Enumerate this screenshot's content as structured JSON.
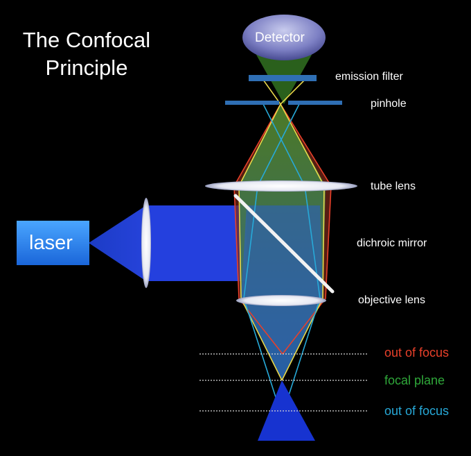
{
  "title": [
    "The Confocal",
    "Principle"
  ],
  "components": {
    "detector": "Detector",
    "laser": "laser",
    "emission_filter": "emission filter",
    "pinhole": "pinhole",
    "tube_lens": "tube lens",
    "dichroic_mirror": "dichroic mirror",
    "objective_lens": "objective lens"
  },
  "planes": {
    "out_of_focus_top": "out of focus",
    "focal_plane": "focal plane",
    "out_of_focus_bottom": "out of focus"
  },
  "colors": {
    "background": "#000000",
    "laser_beam": "#1a3ad6",
    "emission_green": "#3a8a2e",
    "out_of_focus_top": "#e8402a",
    "focal_plane": "#2fa83a",
    "out_of_focus_bottom": "#27a9d8",
    "filter_blue": "#2f6fb4"
  }
}
